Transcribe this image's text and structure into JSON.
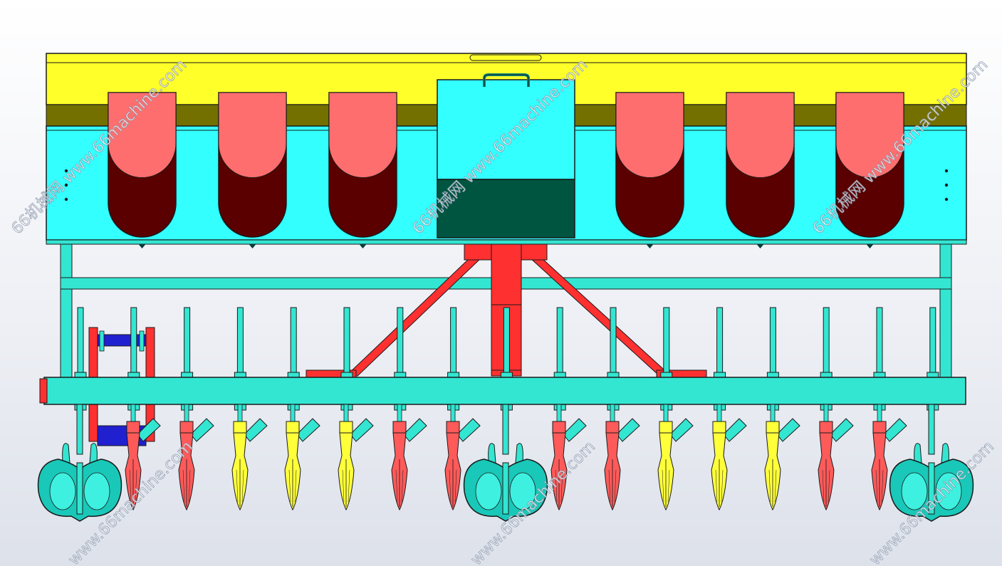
{
  "watermark": {
    "text": "66机械网 www.66machine.com",
    "text_short": "www.66machine.com"
  },
  "colors": {
    "hopper_top": "#ffff2a",
    "hopper_band": "#737000",
    "hopper_body": "#33ffff",
    "seed_box_light": "#ff6e6e",
    "seed_box_dark": "#5a0000",
    "fert_box_dark": "#005540",
    "frame": "#33e6d2",
    "hitch": "#ff3030",
    "axle": "#2020d0",
    "opener_red": "#ff5a5a",
    "opener_yellow": "#ffff3a",
    "wheel": "#19c8b8",
    "outline": "#1a1a1a"
  },
  "machine": {
    "seed_boxes": 6,
    "openers": [
      "red",
      "red",
      "yellow",
      "yellow",
      "yellow",
      "red",
      "red",
      "red",
      "red",
      "yellow",
      "yellow",
      "yellow",
      "red",
      "red"
    ],
    "wheels": 3,
    "frame_posts": 17
  }
}
